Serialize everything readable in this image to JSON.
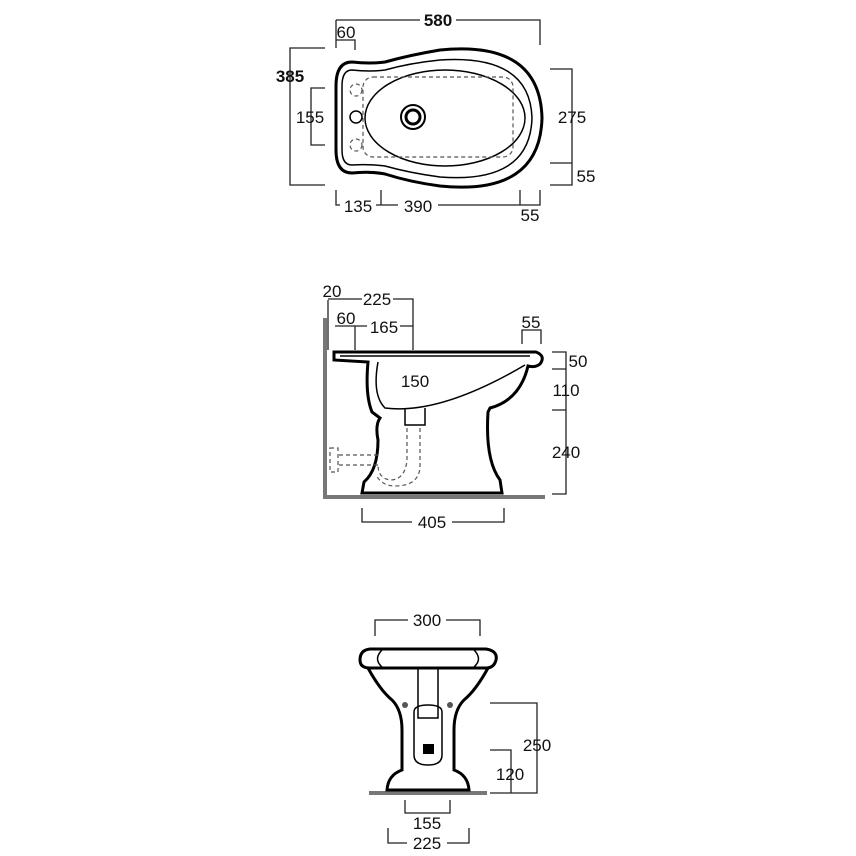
{
  "top_view": {
    "overall_length": "580",
    "tap_hole_offset": "60",
    "overall_width": "385",
    "tap_holes_span": "155",
    "bowl_width": "275",
    "rim_right": "55",
    "left_section": "135",
    "middle_section": "390",
    "right_section": "55"
  },
  "side_view": {
    "wall_gap": "20",
    "wall_to_waste": "225",
    "wall_to_tap": "60",
    "tap_to_waste": "165",
    "rim_overhang": "55",
    "rim_height": "50",
    "bowl_depth": "110",
    "pedestal_height": "240",
    "waste_depth": "150",
    "foot_length": "405"
  },
  "front_view": {
    "rim_width": "300",
    "inlet_height": "250",
    "outlet_height": "120",
    "foot_inner": "155",
    "foot_outer": "225"
  }
}
